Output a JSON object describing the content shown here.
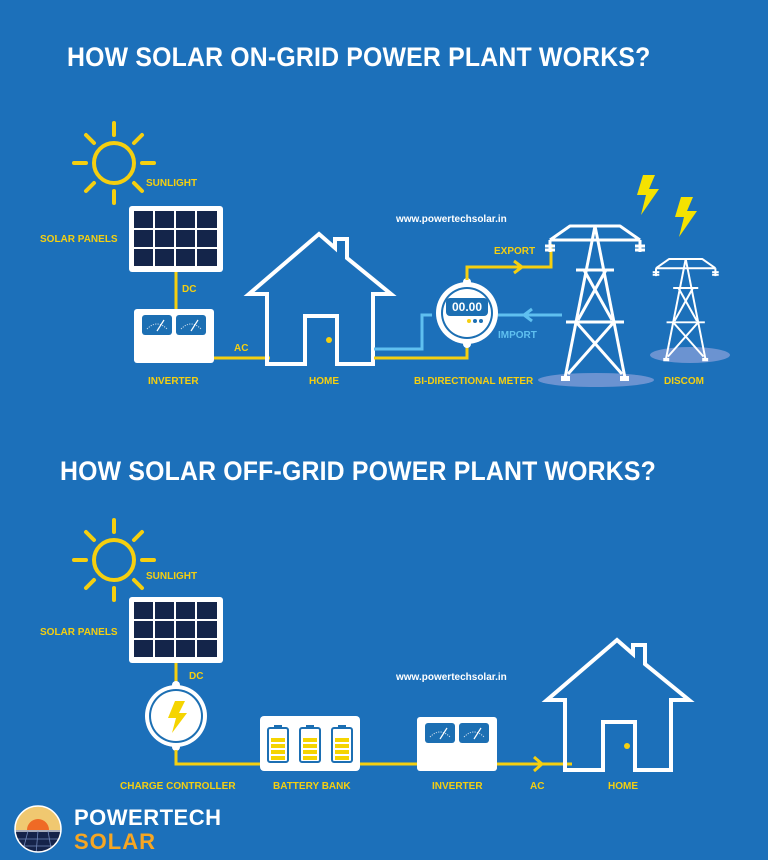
{
  "on_grid": {
    "title": "HOW SOLAR ON-GRID POWER PLANT WORKS?",
    "website": "www.powertechsolar.in",
    "labels": {
      "sunlight": "SUNLIGHT",
      "solar_panels": "SOLAR PANELS",
      "dc": "DC",
      "inverter": "INVERTER",
      "ac": "AC",
      "home": "HOME",
      "meter": "BI-DIRECTIONAL METER",
      "meter_reading": "00.00",
      "export": "EXPORT",
      "import": "IMPORT",
      "discom": "DISCOM"
    }
  },
  "off_grid": {
    "title": "HOW SOLAR OFF-GRID POWER PLANT WORKS?",
    "website": "www.powertechsolar.in",
    "labels": {
      "sunlight": "SUNLIGHT",
      "solar_panels": "SOLAR PANELS",
      "dc": "DC",
      "charge_controller": "CHARGE CONTROLLER",
      "battery_bank": "BATTERY BANK",
      "inverter": "INVERTER",
      "ac": "AC",
      "home": "HOME"
    }
  },
  "brand": {
    "line1": "POWERTECH",
    "line2": "SOLAR"
  },
  "colors": {
    "background": "#1c70ba",
    "accent_yellow": "#f5cf10",
    "import_blue": "#5fc0f0",
    "panel_cell": "#14254a",
    "brand_orange": "#f6a623"
  }
}
